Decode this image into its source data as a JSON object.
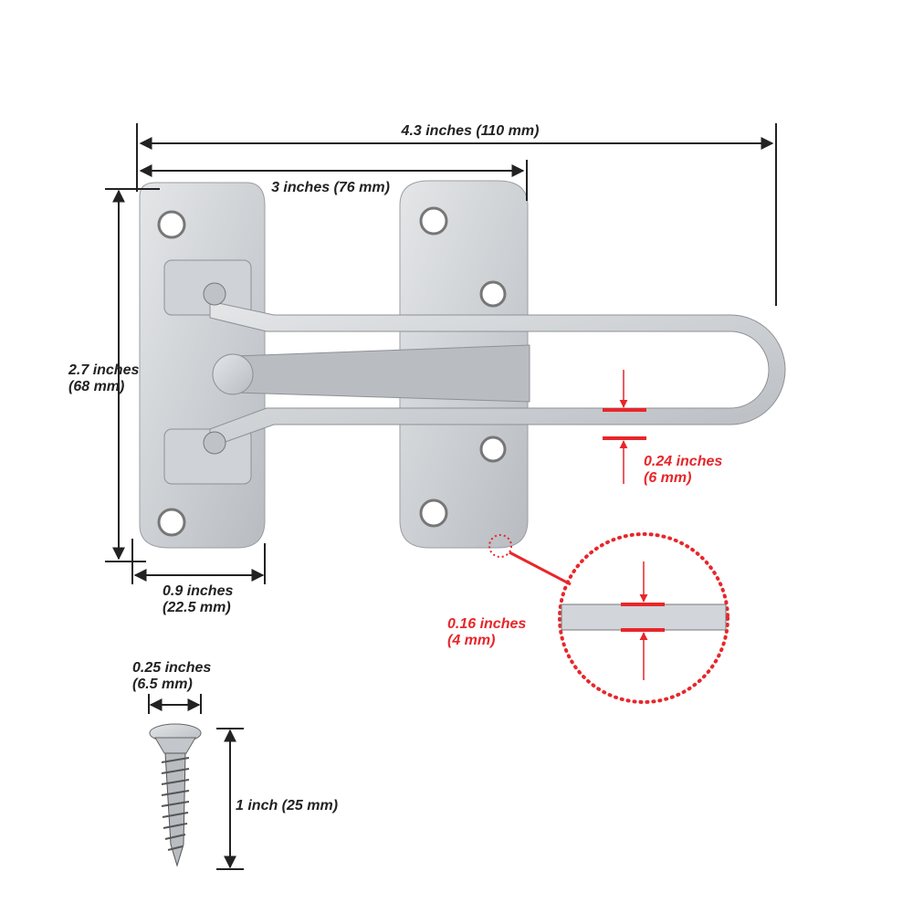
{
  "dimensions": {
    "overall_width": "4.3 inches (110 mm)",
    "hole_spacing": "3 inches (76 mm)",
    "height_line1": "2.7 inches",
    "height_line2": "(68 mm)",
    "bar_width_line1": "0.24 inches",
    "bar_width_line2": "(6 mm)",
    "plate_width_line1": "0.9 inches",
    "plate_width_line2": "(22.5 mm)",
    "thickness_line1": "0.16 inches",
    "thickness_line2": "(4 mm)",
    "screw_head_line1": "0.25 inches",
    "screw_head_line2": "(6.5 mm)",
    "screw_length": "1 inch (25 mm)"
  },
  "colors": {
    "accent": "#e8262a",
    "metal": "#c9ccd0",
    "line": "#222222"
  }
}
